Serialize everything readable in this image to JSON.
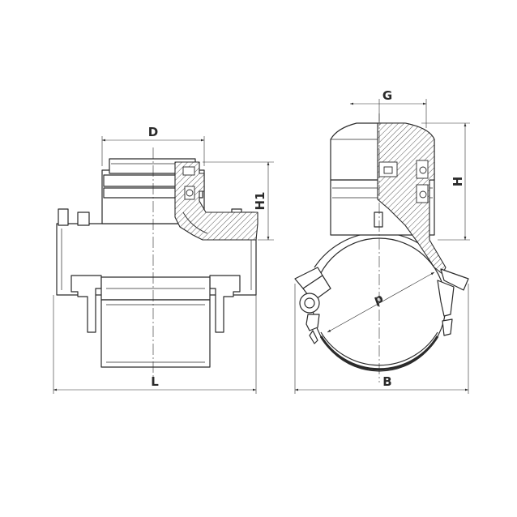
{
  "drawing": {
    "dimension_labels": {
      "D": "D",
      "H1": "H1",
      "L": "L",
      "G": "G",
      "H": "H",
      "B": "B",
      "d": "d"
    }
  }
}
